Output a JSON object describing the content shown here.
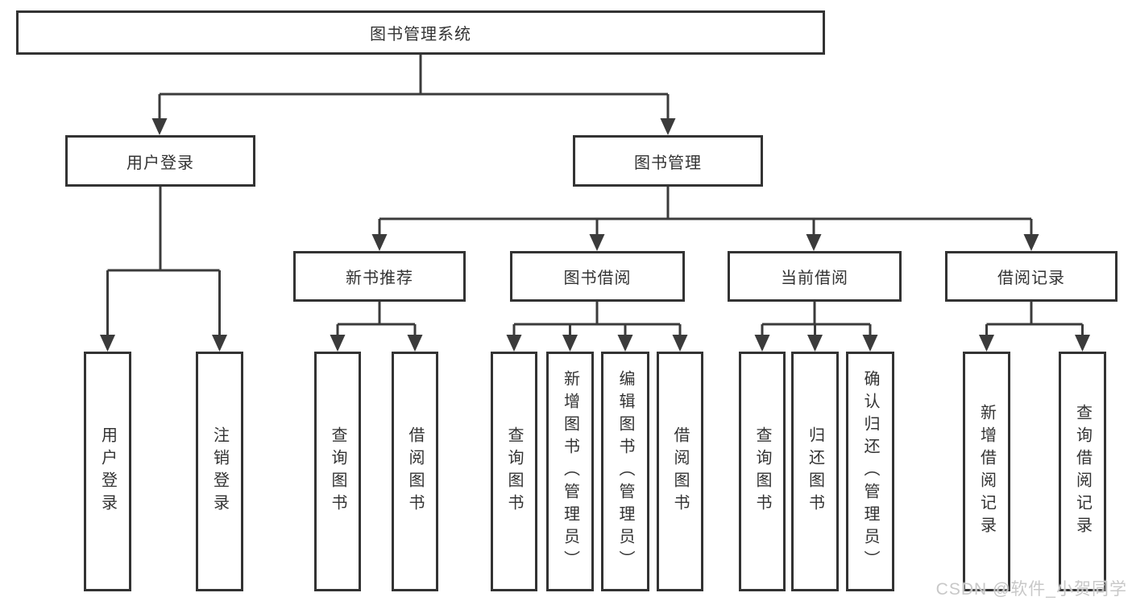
{
  "diagram": {
    "root": {
      "label": "图书管理系统"
    },
    "branches": [
      {
        "label": "用户登录",
        "leaves": [
          "用户登录",
          "注销登录"
        ]
      },
      {
        "label": "图书管理",
        "sections": [
          {
            "label": "新书推荐",
            "leaves": [
              "查询图书",
              "借阅图书"
            ]
          },
          {
            "label": "图书借阅",
            "leaves": [
              "查询图书",
              "新增图书（管理员）",
              "编辑图书（管理员）",
              "借阅图书"
            ]
          },
          {
            "label": "当前借阅",
            "leaves": [
              "查询图书",
              "归还图书",
              "确认归还（管理员）"
            ]
          },
          {
            "label": "借阅记录",
            "leaves": [
              "新增借阅记录",
              "查询借阅记录"
            ]
          }
        ]
      }
    ]
  },
  "watermark": {
    "text": "CSDN @软件_小贺同学"
  },
  "colors": {
    "line": "#3b3b3b",
    "box_border": "#333333",
    "box_fill": "#ffffff",
    "text": "#333333",
    "watermark": "#c8c8c8",
    "background": "#ffffff"
  }
}
